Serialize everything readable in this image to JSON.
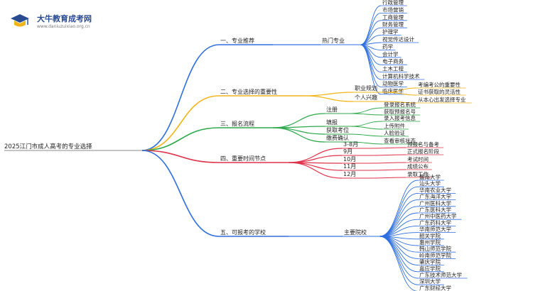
{
  "logo": {
    "name": "大牛教育成考网",
    "url": "www.daniuzuixiao.org.cn"
  },
  "root": "2025江门市成人高考的专业选择",
  "colors": {
    "c1": "#2f6fe0",
    "c2": "#f2b418",
    "c3": "#2ca84a",
    "c4": "#e0324a",
    "c5": "#2f6fe0"
  },
  "branches": [
    {
      "label": "一、专业推荐",
      "color": "c1",
      "children": [
        {
          "label": "热门专业",
          "children": [
            "行政管理",
            "市场营销",
            "工商管理",
            "财务管理",
            "护理学",
            "视觉传达设计",
            "药学",
            "会计学",
            "电子商务",
            "土木工程",
            "计算机科学技术",
            "动物医学",
            "临床医学"
          ]
        }
      ]
    },
    {
      "label": "二、专业选择的重要性",
      "color": "c2",
      "children": [
        {
          "label": "职业规划",
          "children": [
            "考编考公的重要性",
            "证书获取的灵活性"
          ]
        },
        {
          "label": "个人兴趣",
          "children": [
            "从本心出发选择专业"
          ]
        }
      ]
    },
    {
      "label": "三、报名流程",
      "color": "c3",
      "children": [
        {
          "label": "注册",
          "children": [
            "登录报名系统",
            "获取预报名号"
          ]
        },
        {
          "label": "填报",
          "children": [
            "录入报考信息",
            "上传附件"
          ]
        },
        {
          "label": "获取考位",
          "children": [
            "人脸验证"
          ]
        },
        {
          "label": "缴费确认",
          "children": [
            "查看审核状态"
          ]
        }
      ]
    },
    {
      "label": "四、重要时间节点",
      "color": "c4",
      "children": [
        {
          "label": "3-8月",
          "children": [
            "预报名与备考"
          ]
        },
        {
          "label": "9月",
          "children": [
            "正式报名阶段"
          ]
        },
        {
          "label": "10月",
          "children": [
            "考试时间"
          ]
        },
        {
          "label": "11月",
          "children": [
            "成绩公布"
          ]
        },
        {
          "label": "12月",
          "children": [
            "录取工作"
          ]
        }
      ]
    },
    {
      "label": "五、可报考的学校",
      "color": "c5",
      "children": [
        {
          "label": "主要院校",
          "children": [
            "暨南大学",
            "汕头大学",
            "华南农业大学",
            "广东海洋大学",
            "广州医科大学",
            "广东医科大学",
            "广州中医药大学",
            "广东药科大学",
            "华南师范大学",
            "韶关学院",
            "惠州学院",
            "韩山师范学院",
            "岭南师范学院",
            "肇庆学院",
            "嘉应学院",
            "广东技术师范大学",
            "深圳大学",
            "广东财经大学"
          ]
        }
      ]
    }
  ]
}
